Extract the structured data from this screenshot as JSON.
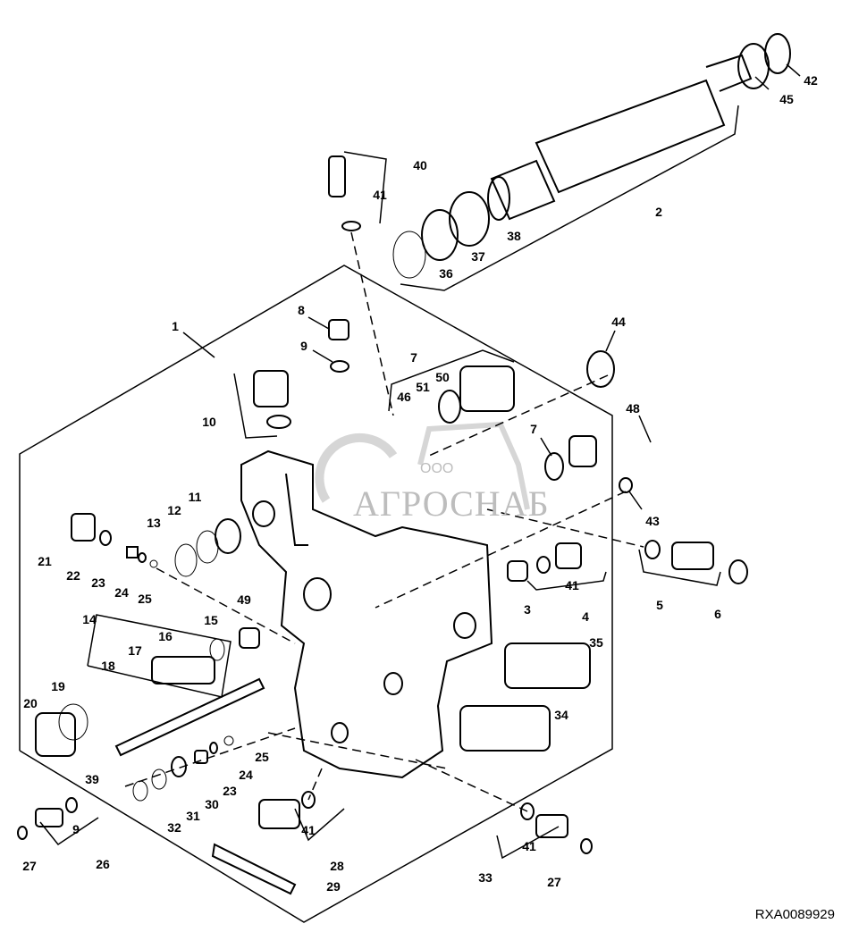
{
  "diagram_id": "RXA0089929",
  "watermark": {
    "prefix": "ООО",
    "name": "АГРОСНАБ"
  },
  "callouts": [
    "40",
    "41",
    "2",
    "38",
    "37",
    "36",
    "45",
    "42",
    "1",
    "8",
    "9",
    "44",
    "7",
    "10",
    "46",
    "51",
    "50",
    "48",
    "7",
    "11",
    "12",
    "13",
    "43",
    "21",
    "22",
    "23",
    "24",
    "25",
    "41",
    "3",
    "4",
    "5",
    "6",
    "49",
    "14",
    "15",
    "16",
    "17",
    "18",
    "35",
    "19",
    "20",
    "34",
    "39",
    "25",
    "24",
    "23",
    "30",
    "31",
    "32",
    "9",
    "41",
    "27",
    "26",
    "28",
    "41",
    "33",
    "27",
    "29"
  ]
}
